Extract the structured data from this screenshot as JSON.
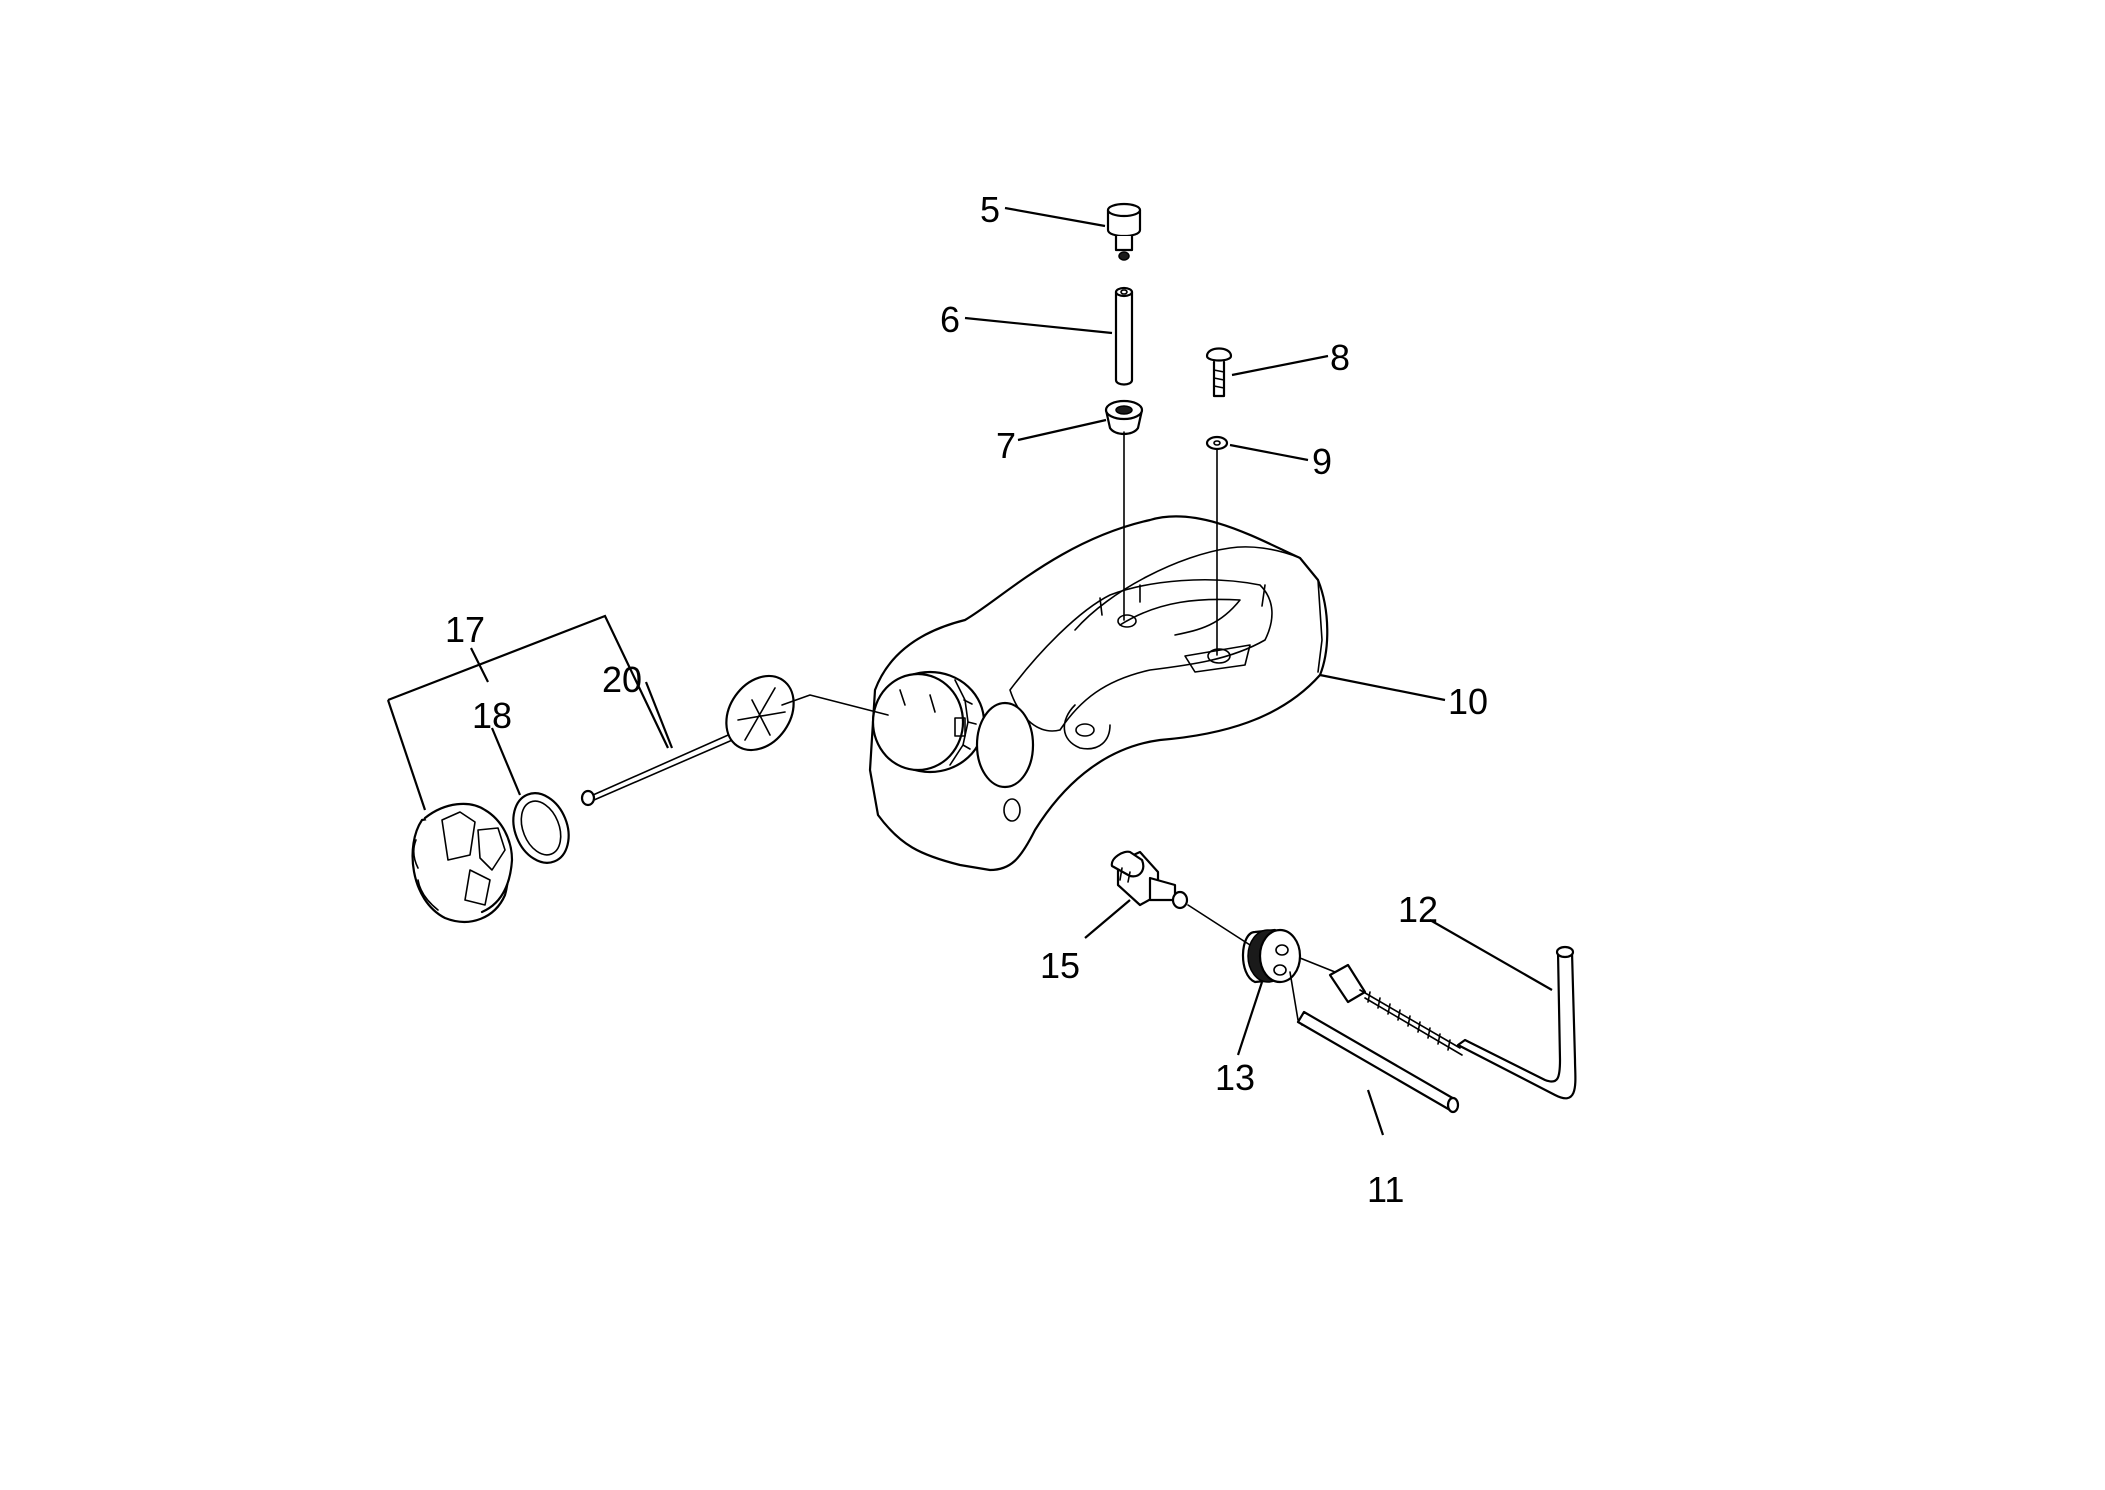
{
  "callouts": {
    "c5": "5",
    "c6": "6",
    "c7": "7",
    "c8": "8",
    "c9": "9",
    "c10": "10",
    "c11": "11",
    "c12": "12",
    "c13": "13",
    "c15": "15",
    "c17": "17",
    "c18": "18",
    "c20": "20"
  }
}
